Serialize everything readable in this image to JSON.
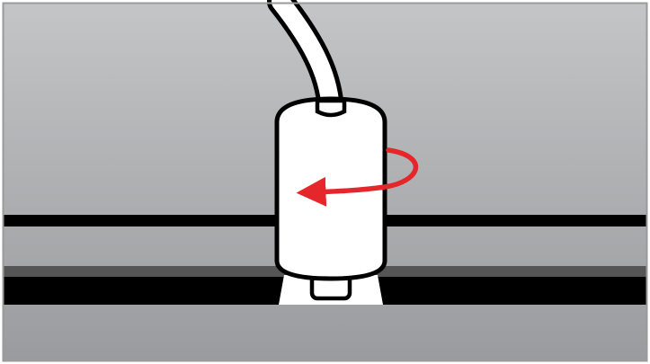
{
  "illustration": {
    "subject": "connector-twist-instruction",
    "icons": [
      "cable",
      "cylindrical-connector",
      "rotate-arrow-icon",
      "port-socket"
    ]
  },
  "colors": {
    "background_top": "#c4c5c7",
    "background_bottom": "#9a9b9e",
    "frame_border": "#9a9a9a",
    "rail": "#000000",
    "port_slot_top": "#555555",
    "port_slot": "#000000",
    "connector_fill": "#ffffff",
    "outline": "#000000",
    "arrow": "#e5262a"
  }
}
